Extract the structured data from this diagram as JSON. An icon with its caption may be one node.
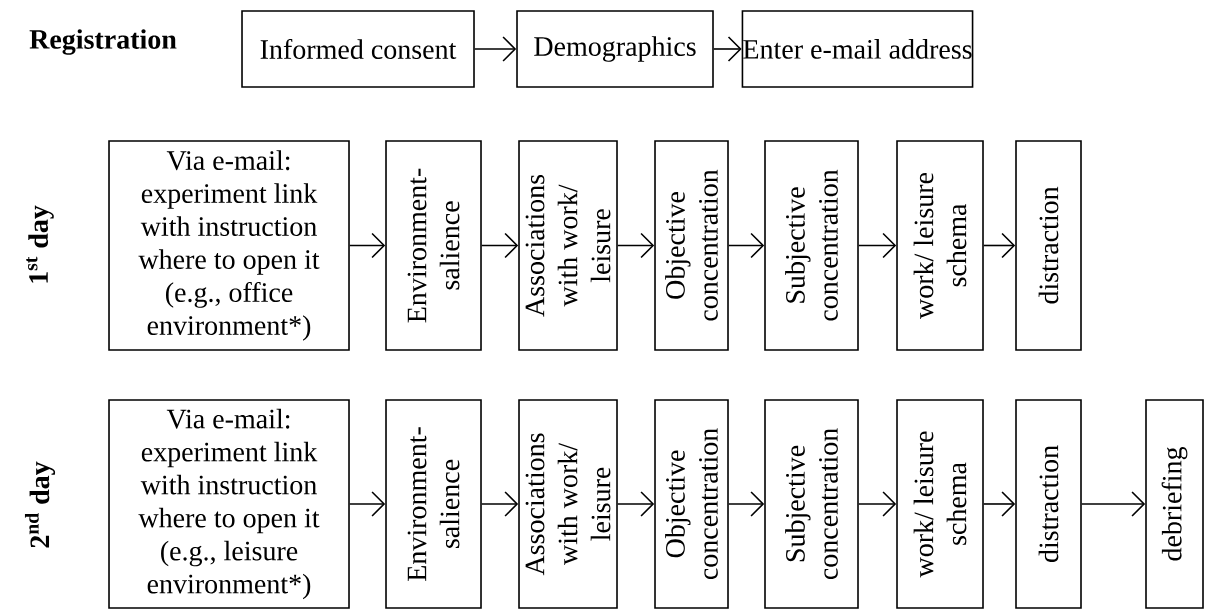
{
  "diagram": {
    "nodes": [
      {
        "text": [
          "Informed consent"
        ]
      },
      {
        "text": [
          "Demographics"
        ]
      },
      {
        "text": [
          "Enter e-mail address"
        ]
      },
      {
        "text": [
          "Via e-mail: experiment link with instruction where to open it (e.g., office environment*)"
        ]
      },
      {
        "text": [
          "Environment- salience"
        ]
      },
      {
        "text": [
          "Associations with work/ leisure"
        ]
      },
      {
        "text": [
          "Objective concentration"
        ]
      },
      {
        "text": [
          "Subjective concentration"
        ]
      },
      {
        "text": [
          "work/ leisure schema"
        ]
      },
      {
        "text": [
          "distraction"
        ]
      },
      {
        "text": [
          "Via e-mail: experiment link with instruction where to open it (e.g., leisure environment*)"
        ]
      },
      {
        "text": [
          "Environment- salience"
        ]
      },
      {
        "text": [
          "Associations with work/ leisure"
        ]
      },
      {
        "text": [
          "Objective concentration"
        ]
      },
      {
        "text": [
          "Subjective concentration"
        ]
      },
      {
        "text": [
          "work/ leisure schema"
        ]
      },
      {
        "text": [
          "distraction"
        ]
      },
      {
        "text": [
          "debriefing"
        ]
      }
    ],
    "edges": [
      {
        "from": 0,
        "to": 1,
        "arrow": "to"
      },
      {
        "from": 1,
        "to": 2,
        "arrow": "to"
      },
      {
        "from": 3,
        "to": 4,
        "arrow": "to"
      },
      {
        "from": 4,
        "to": 5,
        "arrow": "to"
      },
      {
        "from": 5,
        "to": 6,
        "arrow": "to"
      },
      {
        "from": 6,
        "to": 7,
        "arrow": "to"
      },
      {
        "from": 7,
        "to": 8,
        "arrow": "to"
      },
      {
        "from": 8,
        "to": 9,
        "arrow": "to"
      },
      {
        "from": 10,
        "to": 11,
        "arrow": "to"
      },
      {
        "from": 11,
        "to": 12,
        "arrow": "to"
      },
      {
        "from": 12,
        "to": 13,
        "arrow": "to"
      },
      {
        "from": 13,
        "to": 14,
        "arrow": "to"
      },
      {
        "from": 14,
        "to": 15,
        "arrow": "to"
      },
      {
        "from": 15,
        "to": 16,
        "arrow": "to"
      },
      {
        "from": 16,
        "to": 17,
        "arrow": "to"
      }
    ],
    "labels": [
      "Registration",
      "1$^{st}$ day",
      "2$^{nd}$ day"
    ]
  }
}
